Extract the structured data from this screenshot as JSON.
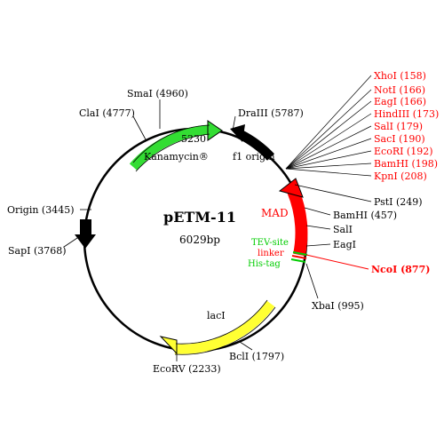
{
  "plasmid": {
    "name": "pETM-11",
    "size": "6029bp"
  },
  "features": {
    "kanamycin": {
      "label": "Kanamycin®",
      "position": "5230",
      "color": "#33dd33"
    },
    "f1_origin": {
      "label": "f1 origin",
      "color": "#000000"
    },
    "mad": {
      "label": "MAD",
      "color": "#ff0000"
    },
    "laci": {
      "label": "lacI",
      "color": "#ffff33"
    },
    "tev_site": {
      "label": "TEV-site",
      "color": "#00cc00"
    },
    "linker": {
      "label": "linker",
      "color": "#ff0000"
    },
    "his_tag": {
      "label": "His-tag",
      "color": "#00cc00"
    }
  },
  "sites_left": {
    "smai": "SmaI (4960)",
    "clai": "ClaI (4777)",
    "draiii": "DraIII (5787)",
    "origin": "Origin (3445)",
    "sapi": "SapI (3768)",
    "ecorv": "EcoRV (2233)",
    "bcli": "BclI (1797)",
    "xbai": "XbaI (995)"
  },
  "sites_red": [
    "XhoI (158)",
    "NotI (166)",
    "EagI (166)",
    "HindIII (173)",
    "SalI (179)",
    "SacI (190)",
    "EcoRI (192)",
    "BamHI (198)",
    "KpnI (208)"
  ],
  "sites_right": {
    "psti": "PstI (249)",
    "bamhi": "BamHI (457)",
    "sali": "SalI",
    "eagi": "EagI",
    "ncoi": "NcoI (877)"
  },
  "colors": {
    "red_label": "#ff0000",
    "green_label": "#00cc00",
    "backbone": "#000000"
  }
}
